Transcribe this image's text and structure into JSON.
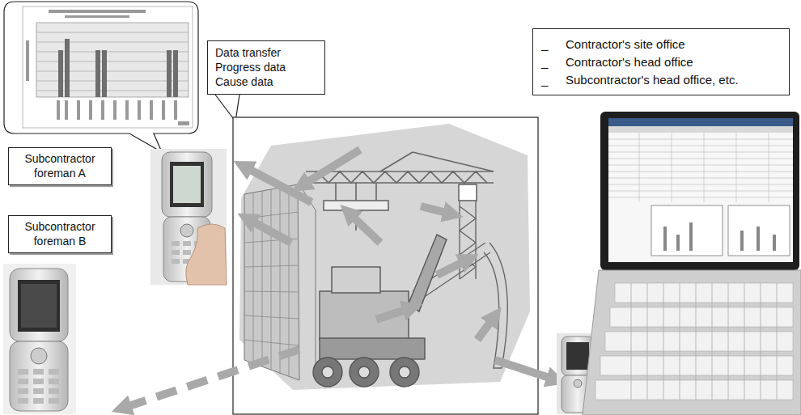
{
  "diagram": {
    "nodes": [
      {
        "text": [
          "Data transfer",
          "Progress data",
          "Cause data"
        ]
      },
      {
        "text": [
          "Subcontractor foreman A"
        ]
      },
      {
        "text": [
          "Subcontractor foreman B"
        ]
      },
      {
        "text": [
          "Contractor's site office",
          "Contractor's head office",
          "Subcontractor's head office, etc."
        ]
      }
    ],
    "labels": [
      "_",
      "_",
      "_"
    ]
  }
}
